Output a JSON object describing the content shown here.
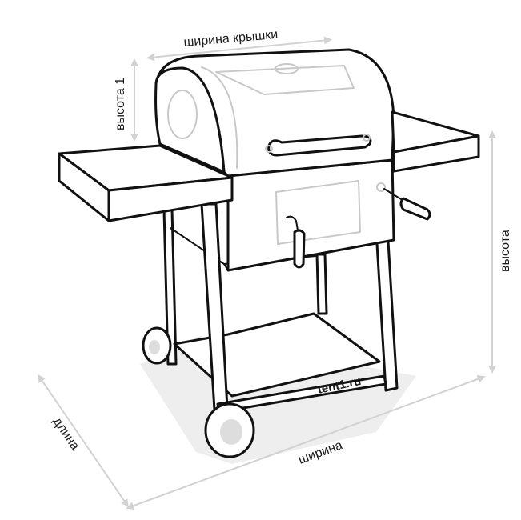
{
  "labels": {
    "lid_width": "ширина крышки",
    "height_1": "высота 1",
    "height": "высота",
    "length": "длина",
    "width": "ширина"
  },
  "watermark": "tent1.ru",
  "colors": {
    "outline": "#111111",
    "inner_detail": "#c8c8c8",
    "dimension_arrow": "#d2d2d2",
    "shadow": "#eeeeee",
    "background": "#ffffff"
  },
  "icons": {
    "subject": "grill-illustration"
  }
}
